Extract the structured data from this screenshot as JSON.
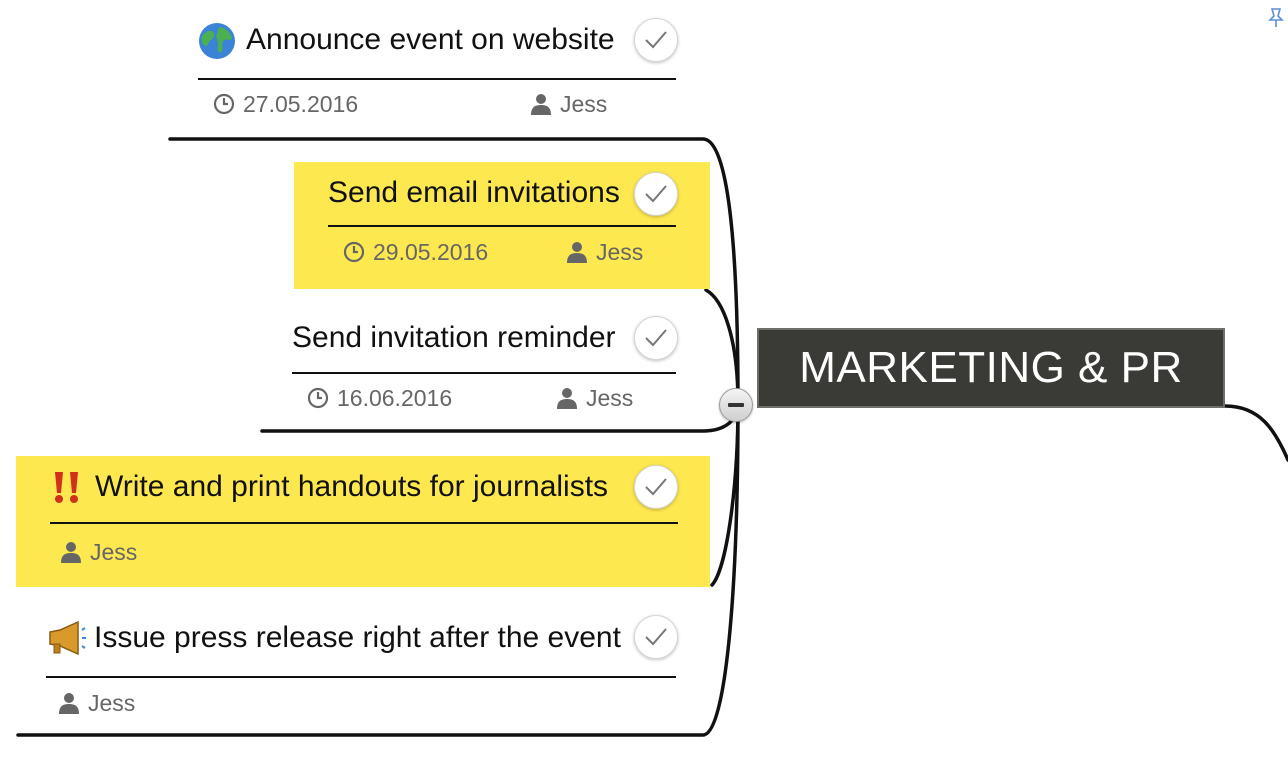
{
  "central_topic": {
    "label": "MARKETING & PR"
  },
  "tasks": [
    {
      "title": "Announce event on website",
      "icon": "globe-icon",
      "date": "27.05.2016",
      "assignee": "Jess",
      "highlighted": false
    },
    {
      "title": "Send email invitations",
      "icon": "",
      "date": "29.05.2016",
      "assignee": "Jess",
      "highlighted": true
    },
    {
      "title": "Send invitation reminder",
      "icon": "",
      "date": "16.06.2016",
      "assignee": "Jess",
      "highlighted": false
    },
    {
      "title": "Write and print handouts for journalists",
      "icon": "double-exclamation-icon",
      "date": "",
      "assignee": "Jess",
      "highlighted": true
    },
    {
      "title": "Issue press release right after the event",
      "icon": "megaphone-icon",
      "date": "",
      "assignee": "Jess",
      "highlighted": false
    }
  ],
  "colors": {
    "highlight": "#fde84f",
    "central_bg": "#3a3a36",
    "line": "#111111",
    "meta_text": "#666666"
  }
}
